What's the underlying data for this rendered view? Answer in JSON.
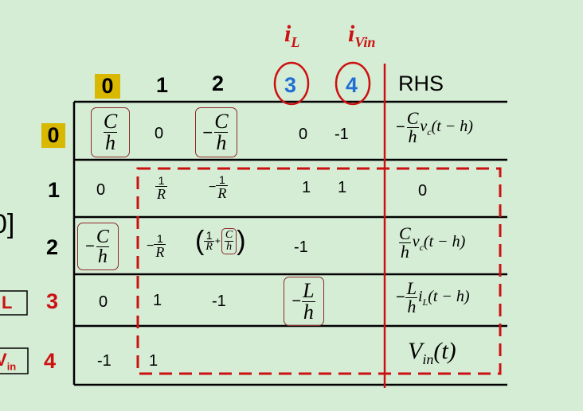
{
  "top_labels": {
    "il": {
      "main": "i",
      "sub": "L"
    },
    "ivin": {
      "main": "i",
      "sub": "Vin"
    }
  },
  "columns": {
    "c0": "0",
    "c1": "1",
    "c2": "2",
    "c3": "3",
    "c4": "4",
    "rhs": "RHS"
  },
  "rows": {
    "r0": "0",
    "r1": "1",
    "r2": "2",
    "r3": "3",
    "r4": "4"
  },
  "left_fragments": {
    "bracket": "0]",
    "l": "L",
    "vin": {
      "main": "V",
      "sub": "in"
    }
  },
  "symbols": {
    "C": "C",
    "h": "h",
    "L": "L",
    "R": "R",
    "one": "1",
    "minus": "−",
    "plus": "+",
    "vc": "v",
    "vc_sub": "c",
    "il": "i",
    "il_sub": "L",
    "tmh": "(t − h)",
    "vin": "V",
    "vin_sub": "in",
    "t": "(t)"
  },
  "cells": {
    "r0c3": "0",
    "r0c4": "-1",
    "r1c0": "0",
    "r1c3": "1",
    "r1c4": "1",
    "r1rhs": "0",
    "r2c3": "-1",
    "r3c0": "0",
    "r3c1": "1",
    "r3c2": "-1",
    "r4c0": "-1",
    "r4c1": "1",
    "r0c1": "0"
  },
  "colors": {
    "background": "#d5ecd5",
    "red": "#cc1111",
    "blue": "#1f6fd6",
    "gold": "#d8b800",
    "box": "#8b2a2a"
  }
}
